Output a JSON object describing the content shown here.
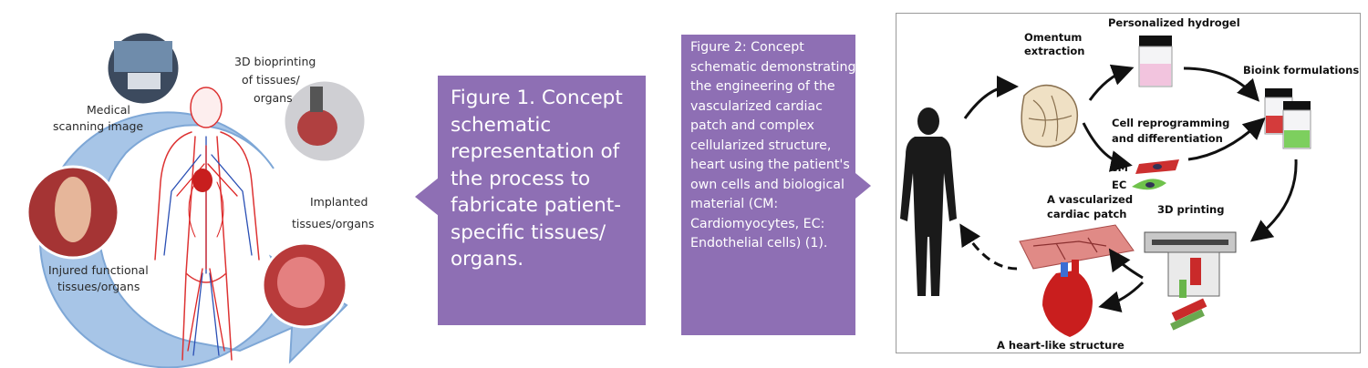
{
  "figure1": {
    "labels": {
      "medical_scanning": [
        "Medical",
        "scanning image"
      ],
      "bioprinting": [
        "3D bioprinting",
        "of tissues/",
        "organs"
      ],
      "implanted": [
        "Implanted",
        "tissues/organs"
      ],
      "injured": [
        "Injured functional",
        "tissues/organs"
      ]
    },
    "caption": "Figure 1. Concept schematic representation of the process to fabricate patient-specific tissues/ organs.",
    "colors": {
      "ring": "#a7c5e7",
      "caption_bg": "#8e6fb4"
    }
  },
  "figure2": {
    "caption": "Figure 2: Concept schematic demonstrating the engineering of the vascularized cardiac patch and complex cellularized structure, heart using the patient's own cells and biological material (CM: Cardiomyocytes, EC: Endothelial cells) (1).",
    "labels": {
      "omentum": [
        "Omentum",
        "extraction"
      ],
      "hydrogel": "Personalized hydrogel",
      "bioink": "Bioink formulations",
      "reprogramming": [
        "Cell reprogramming",
        "and differentiation"
      ],
      "cm": "CM",
      "ec": "EC",
      "patch": [
        "A vascularized",
        "cardiac patch"
      ],
      "printing": "3D printing",
      "heart": "A heart-like structure"
    }
  }
}
